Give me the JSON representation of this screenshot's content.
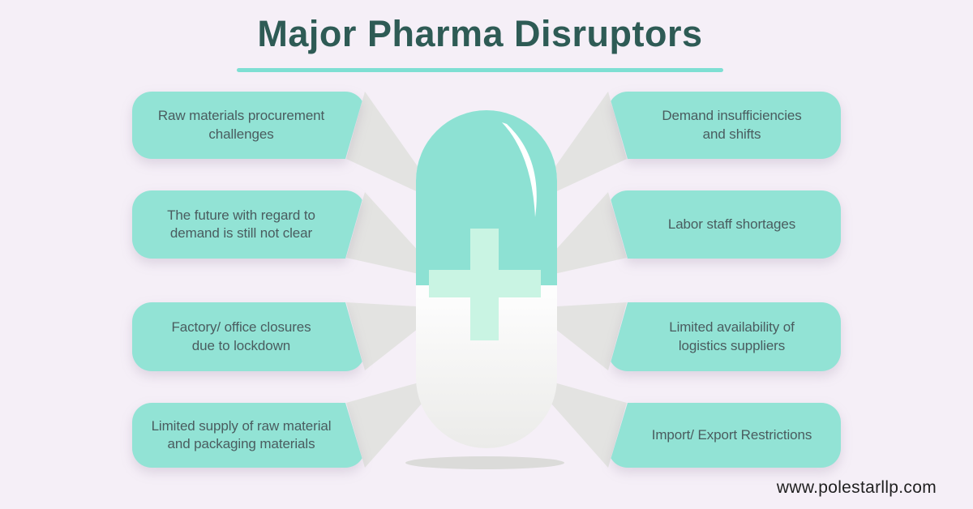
{
  "title": "Major Pharma Disruptors",
  "center_icon": "pill-capsule-icon",
  "disruptors": {
    "left": [
      "Raw materials procurement\nchallenges",
      "The future with regard to\ndemand is still not clear",
      "Factory/ office closures\ndue to lockdown",
      "Limited supply of raw material\nand packaging materials"
    ],
    "right": [
      "Demand insufficiencies\nand shifts",
      "Labor staff shortages",
      "Limited availability of\nlogistics suppliers",
      "Import/ Export Restrictions"
    ]
  },
  "footer": {
    "website": "www.polestarllp.com"
  },
  "colors": {
    "background": "#f5eff7",
    "box_mint": "#92e3d5",
    "capsule_teal": "#8de1d3",
    "cross_mint": "#c9f4e3",
    "underline_mint": "#7edfd3",
    "title_text": "#2e5b55",
    "box_text": "#4a5c5f",
    "ray_gray": "#e3e3e1",
    "shadow_gray": "#dbdbd9",
    "footer_text": "#1f1f1f"
  }
}
